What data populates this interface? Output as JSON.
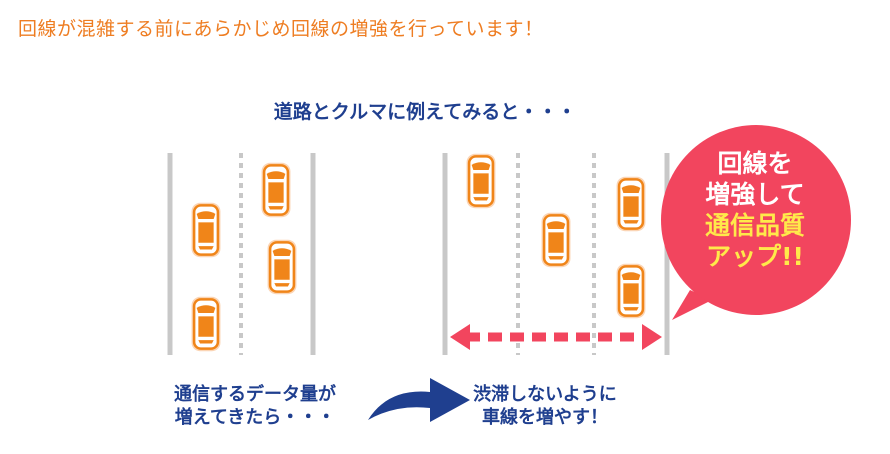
{
  "headline": "回線が混雑する前にあらかじめ回線の増強を行っています！",
  "diagram": {
    "subtitle": "道路とクルマに例えてみると・・・",
    "before_caption": [
      "通信するデータ量が",
      "増えてきたら・・・"
    ],
    "after_caption": [
      "渋滞しないように",
      "車線を増やす！"
    ],
    "bubble": {
      "line1": "回線を",
      "line2": "増強して",
      "line3": "通信品質",
      "line4": "アップ!!"
    },
    "icons": [
      "car-icon",
      "arrow-right-icon",
      "double-arrow-icon"
    ],
    "colors": {
      "headline": "#ee7d22",
      "caption_text": "#1f3f8f",
      "car_body": "#f08519",
      "bubble": "#f2455e",
      "bubble_highlight": "#ffe94a",
      "widen_arrow": "#f2455e",
      "curved_arrow": "#1f3f8f"
    }
  }
}
